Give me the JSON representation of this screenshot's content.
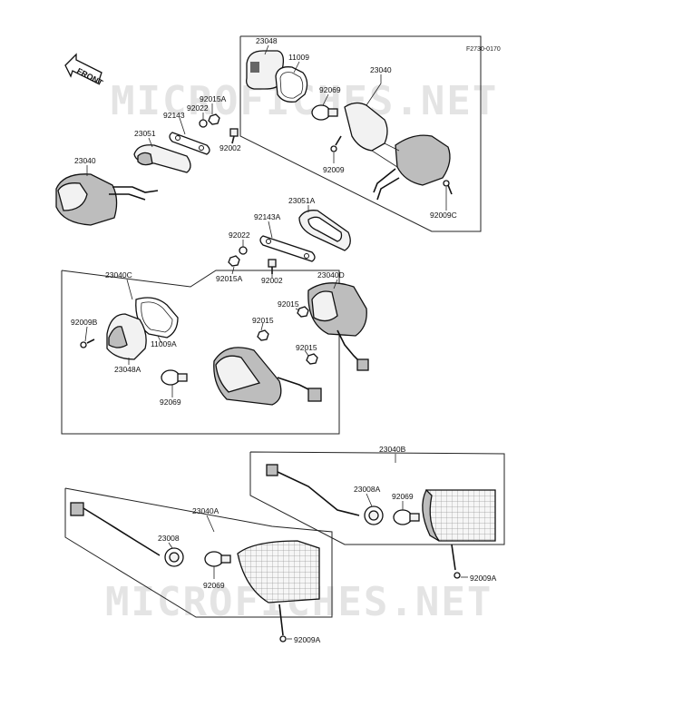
{
  "diagram_code": "F2730-0170",
  "watermark": "MICROFICHES.NET",
  "front_label": "FRONT",
  "labels": {
    "l23048": "23048",
    "l11009": "11009",
    "l23040_top": "23040",
    "l92069_top": "92069",
    "l92015A_top": "92015A",
    "l92022_top": "92022",
    "l92143": "92143",
    "l23051": "23051",
    "l92002_top": "92002",
    "l23040_left": "23040",
    "l92009_top": "92009",
    "l23051A": "23051A",
    "l92009C": "92009C",
    "l92143A": "92143A",
    "l92022_mid": "92022",
    "l92015A_mid": "92015A",
    "l92002_mid": "92002",
    "l23040C": "23040C",
    "l23040D": "23040D",
    "l92015_a": "92015",
    "l92009B": "92009B",
    "l11009A": "11009A",
    "l92015_b": "92015",
    "l92015_c": "92015",
    "l23048A": "23048A",
    "l92069_mid": "92069",
    "l23040B": "23040B",
    "l23008A": "23008A",
    "l92069_right": "92069",
    "l92009A_right": "92009A",
    "l23040A": "23040A",
    "l23008": "23008",
    "l92069_bottom": "92069",
    "l92009A_bottom": "92009A"
  }
}
